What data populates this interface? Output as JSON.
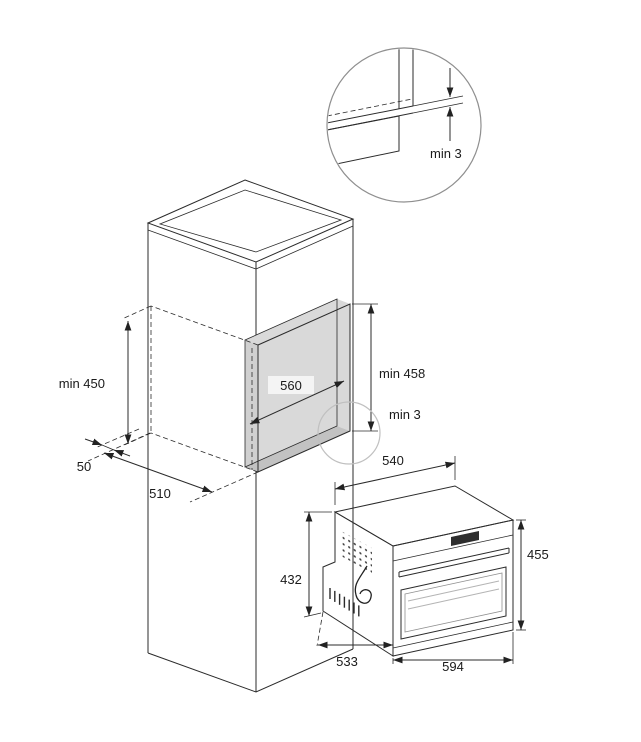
{
  "page": {
    "background": "#ffffff"
  },
  "diagram": {
    "type": "built-in-oven-installation-drawing",
    "labels": {
      "detail_gap": "min 3",
      "niche_height": "min 450",
      "niche_width": "560",
      "niche_front_height": "min 458",
      "niche_gap": "min 3",
      "rear_clearance": "50",
      "niche_depth": "510",
      "oven_top_width": "540",
      "oven_height": "455",
      "oven_side_height": "432",
      "oven_side_depth": "533",
      "oven_front_width": "594"
    },
    "colors": {
      "line": "#2b2b2b",
      "shade_light": "#d9d9d9",
      "shade_mid": "#c2c2c2",
      "shade_wall": "#d0d0d0",
      "shade_ceiling": "#e0e0e0",
      "detail_ring": "#8f8f8f",
      "highlight_ring": "#c0c0c0",
      "display": "#2e2e2e"
    }
  }
}
